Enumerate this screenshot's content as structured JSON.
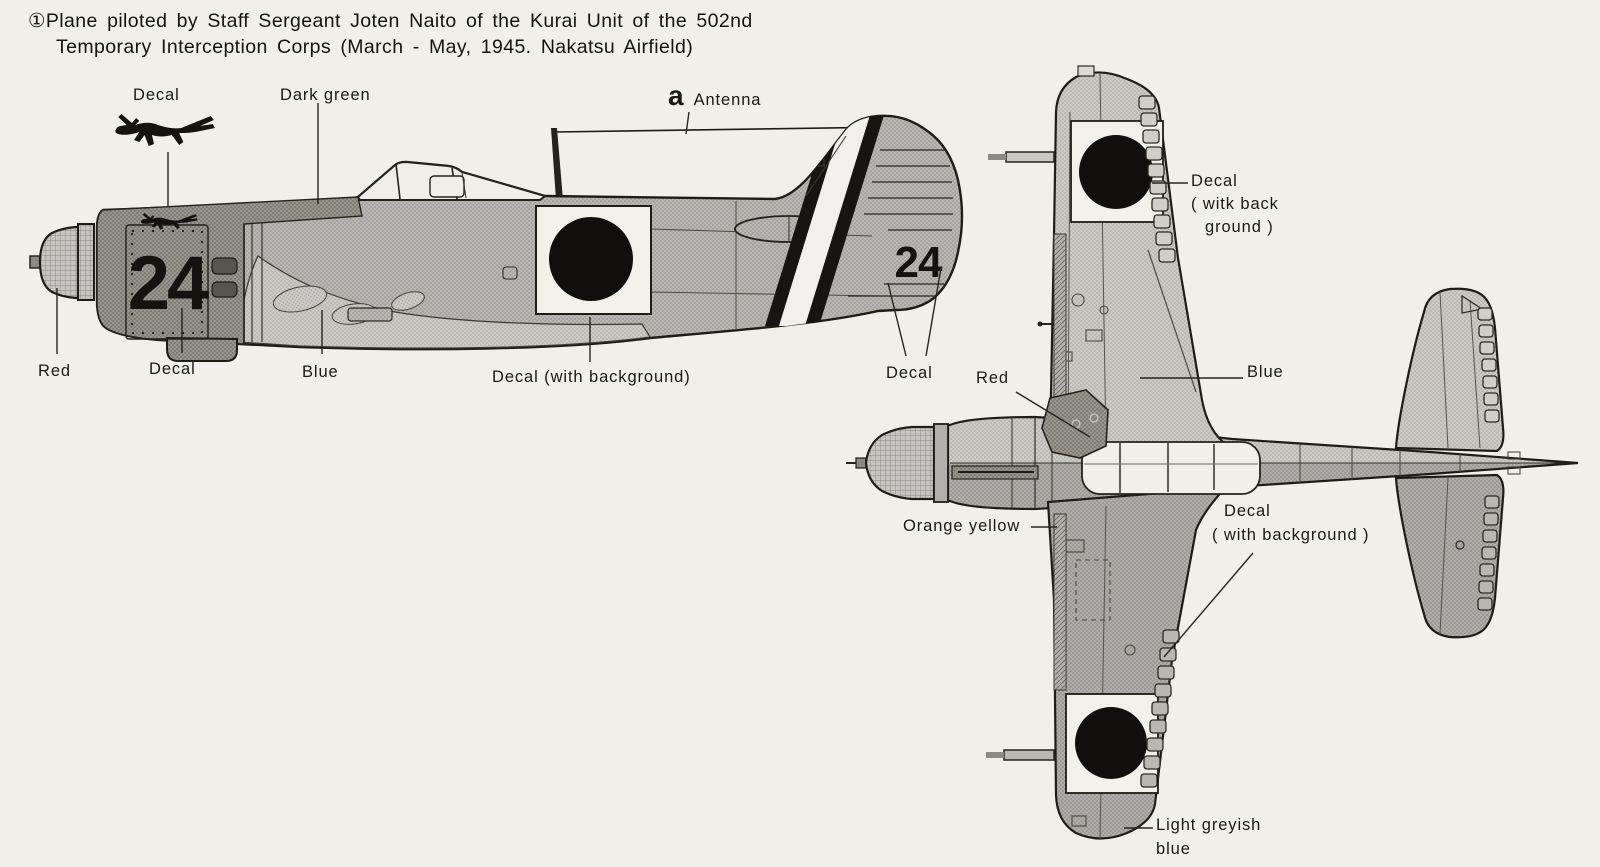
{
  "title": {
    "line1": "①Plane piloted by Staff Sergeant Joten Naito of the Kurai Unit of the 502nd",
    "line2": "Temporary Interception Corps (March - May, 1945.  Nakatsu Airfield)"
  },
  "side_view": {
    "markings": {
      "cowl_number": "24",
      "rudder_number": "24"
    },
    "callouts": {
      "decal_top": "Decal",
      "dark_green": "Dark green",
      "antenna_letter": "a",
      "antenna": "Antenna",
      "red": "Red",
      "decal_bottom": "Decal",
      "blue": "Blue",
      "decal_with_background": "Decal (with background)",
      "decal_tail": "Decal"
    }
  },
  "plan_view": {
    "callouts": {
      "decal_with_background_top": {
        "line1": "Decal",
        "line2": "( witk back",
        "line3": "ground )"
      },
      "red": "Red",
      "blue": "Blue",
      "orange_yellow": "Orange yellow",
      "decal_with_background_bottom": {
        "line1": "Decal",
        "line2": "( with background )"
      },
      "light_greyish_blue": {
        "line1": "Light greyish",
        "line2": "blue"
      }
    }
  },
  "colors": {
    "paper": "#f1efe9",
    "ink": "#1d1c18",
    "light_grey": "#cbcac6",
    "mid_grey": "#b8b7b3",
    "dark_grey": "#96948d",
    "bottom_grey": "#aeada9",
    "black_marking": "#12110e",
    "white_marking": "#f2f0eb"
  }
}
